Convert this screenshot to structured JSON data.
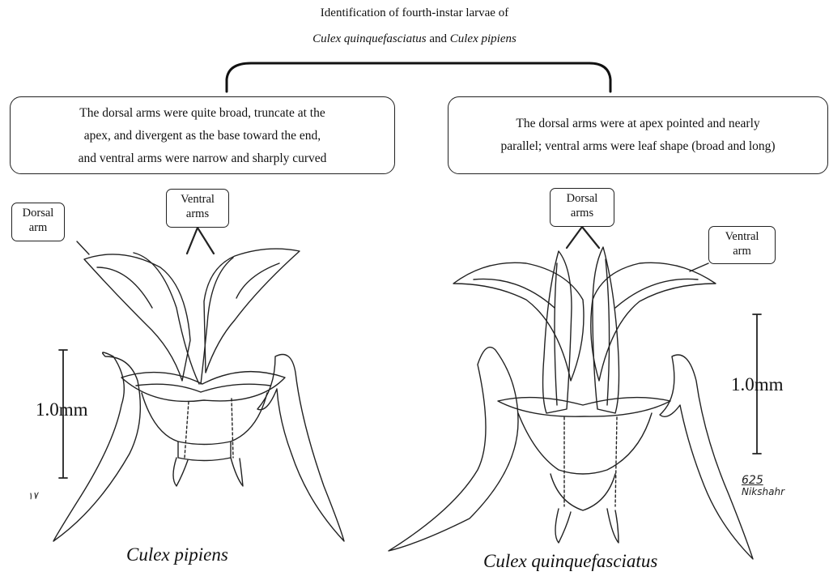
{
  "title": {
    "line1": "Identification of fourth-instar larvae of",
    "species_a": "Culex quinquefasciatus",
    "joiner": " and ",
    "species_b": "Culex pipiens"
  },
  "descriptions": {
    "left": [
      "The dorsal arms were quite broad, truncate at the",
      "apex, and divergent as the base toward the end,",
      "and ventral arms were narrow and sharply curved"
    ],
    "right": [
      "The dorsal arms were at apex pointed and nearly",
      "parallel; ventral arms were leaf shape (broad and long)"
    ]
  },
  "callouts": {
    "left_dorsal": [
      "Dorsal",
      "arm"
    ],
    "left_ventral": [
      "Ventral",
      "arms"
    ],
    "right_dorsal": [
      "Dorsal",
      "arms"
    ],
    "right_ventral": [
      "Ventral",
      "arm"
    ]
  },
  "scale_bars": {
    "left": "1.0mm",
    "right": "1.0mm"
  },
  "species_labels": {
    "left": "Culex pipiens",
    "right": "Culex quinquefasciatus"
  },
  "signatures": {
    "left": "۱۷",
    "right_number": "625",
    "right_name": "Nikshahr"
  }
}
